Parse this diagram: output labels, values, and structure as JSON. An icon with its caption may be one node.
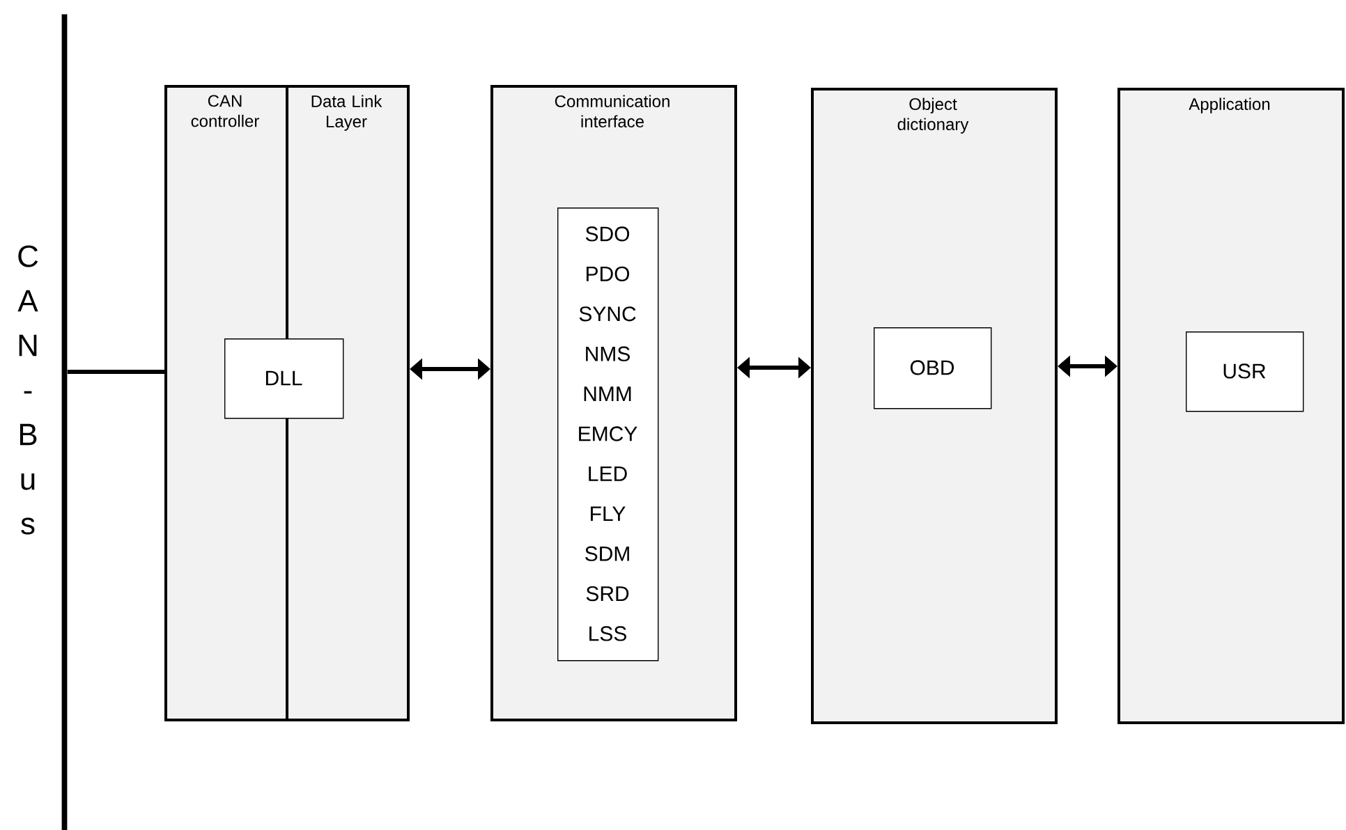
{
  "diagram": {
    "nodes": [
      {
        "text": [],
        "shape": "bar",
        "beside": [
          "CAN-Bus"
        ]
      },
      {
        "text": [
          "CAN controller"
        ]
      },
      {
        "text": [
          "Data Link Layer"
        ]
      },
      {
        "text": [
          "DLL"
        ]
      },
      {
        "text": [
          "Communication interface"
        ]
      },
      {
        "text": [
          "SDO",
          "PDO",
          "SYNC",
          "NMS",
          "NMM",
          "EMCY",
          "LED",
          "FLY",
          "SDM",
          "SRD",
          "LSS"
        ],
        "in": 4
      },
      {
        "text": [
          "Object dictionary"
        ]
      },
      {
        "text": [
          "OBD"
        ],
        "in": 6
      },
      {
        "text": [
          "Application"
        ]
      },
      {
        "text": [
          "USR"
        ],
        "in": 8
      }
    ],
    "edges": [
      {
        "from": 0,
        "to": 1,
        "arrow": "none"
      },
      {
        "from": 2,
        "to": 4,
        "arrow": "both"
      },
      {
        "from": 4,
        "to": 6,
        "arrow": "both"
      },
      {
        "from": 6,
        "to": 8,
        "arrow": "both"
      }
    ]
  }
}
